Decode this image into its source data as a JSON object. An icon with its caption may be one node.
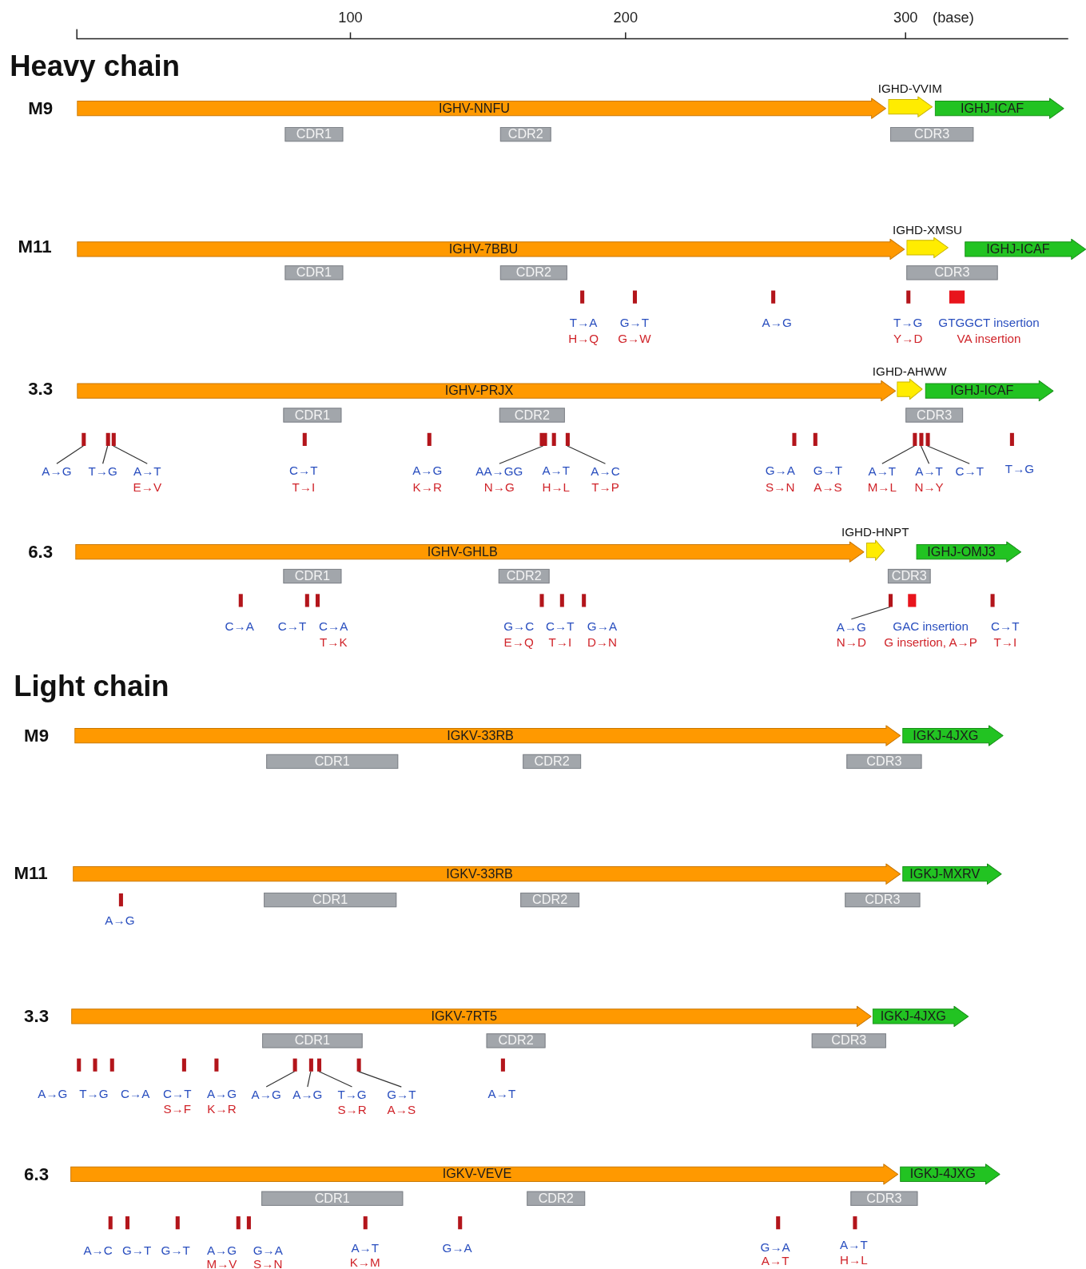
{
  "diagram": {
    "nodes": [
      {
        "text": [
          "IGHV-NNFU"
        ]
      },
      {
        "text": [
          "IGHD-VVIM"
        ]
      },
      {
        "text": [
          "IGHJ-ICAF"
        ]
      },
      {
        "text": [
          "CDR1"
        ]
      },
      {
        "text": [
          "CDR2"
        ]
      },
      {
        "text": [
          "CDR3"
        ]
      },
      {
        "text": [
          "IGHV-7BBU"
        ]
      },
      {
        "text": [
          "IGHD-XMSU"
        ]
      },
      {
        "text": [
          "IGHJ-ICAF"
        ]
      },
      {
        "text": [
          "CDR1"
        ]
      },
      {
        "text": [
          "CDR2"
        ]
      },
      {
        "text": [
          "CDR3"
        ]
      },
      {
        "text": [
          "IGHV-PRJX"
        ]
      },
      {
        "text": [
          "IGHD-AHWW"
        ]
      },
      {
        "text": [
          "IGHJ-ICAF"
        ]
      },
      {
        "text": [
          "CDR1"
        ]
      },
      {
        "text": [
          "CDR2"
        ]
      },
      {
        "text": [
          "CDR3"
        ]
      },
      {
        "text": [],
        "shape": "bar"
      },
      {
        "text": [],
        "shape": "bar"
      },
      {
        "text": [],
        "shape": "bar"
      },
      {
        "text": [],
        "shape": "bar"
      },
      {
        "text": [],
        "shape": "bar"
      },
      {
        "text": [],
        "shape": "bar"
      },
      {
        "text": [],
        "shape": "bar"
      },
      {
        "text": [],
        "shape": "bar"
      },
      {
        "text": [
          "A→G"
        ]
      },
      {
        "text": [
          "T→G"
        ]
      },
      {
        "text": [
          "A→T",
          "E→V"
        ]
      },
      {
        "text": [
          "AA→GG",
          "N→G"
        ]
      },
      {
        "text": [
          "A→C",
          "T→P"
        ]
      },
      {
        "text": [
          "A→T",
          "M→L"
        ]
      },
      {
        "text": [
          "A→T",
          "N→Y"
        ]
      },
      {
        "text": [
          "C→T"
        ]
      },
      {
        "text": [
          "IGHV-GHLB"
        ]
      },
      {
        "text": [
          "IGHD-HNPT"
        ]
      },
      {
        "text": [
          "IGHJ-OMJ3"
        ]
      },
      {
        "text": [
          "CDR1"
        ]
      },
      {
        "text": [
          "CDR2"
        ]
      },
      {
        "text": [
          "CDR3"
        ]
      },
      {
        "text": [],
        "shape": "bar"
      },
      {
        "text": [
          "A→G",
          "N→D"
        ]
      },
      {
        "text": [
          "IGKV-33RB"
        ]
      },
      {
        "text": [
          "IGKJ-4JXG"
        ]
      },
      {
        "text": [
          "CDR1"
        ]
      },
      {
        "text": [
          "CDR2"
        ]
      },
      {
        "text": [
          "CDR3"
        ]
      },
      {
        "text": [
          "IGKV-33RB"
        ]
      },
      {
        "text": [
          "IGKJ-MXRV"
        ]
      },
      {
        "text": [
          "CDR1"
        ]
      },
      {
        "text": [
          "CDR2"
        ]
      },
      {
        "text": [
          "CDR3"
        ]
      },
      {
        "text": [
          "IGKV-7RT5"
        ]
      },
      {
        "text": [
          "IGKJ-4JXG"
        ]
      },
      {
        "text": [
          "CDR1"
        ]
      },
      {
        "text": [
          "CDR2"
        ]
      },
      {
        "text": [
          "CDR3"
        ]
      },
      {
        "text": [],
        "shape": "bar"
      },
      {
        "text": [],
        "shape": "bar"
      },
      {
        "text": [],
        "shape": "bar"
      },
      {
        "text": [],
        "shape": "bar"
      },
      {
        "text": [
          "A→G"
        ]
      },
      {
        "text": [
          "A→G"
        ]
      },
      {
        "text": [
          "T→G",
          "S→R"
        ]
      },
      {
        "text": [
          "G→T",
          "A→S"
        ]
      },
      {
        "text": [
          "IGKV-VEVE"
        ]
      },
      {
        "text": [
          "IGKJ-4JXG"
        ]
      },
      {
        "text": [
          "CDR1"
        ]
      },
      {
        "text": [
          "CDR2"
        ]
      },
      {
        "text": [
          "CDR3"
        ]
      }
    ],
    "edges": [
      {
        "from": 26,
        "to": 18,
        "arrow": "none"
      },
      {
        "from": 27,
        "to": 19,
        "arrow": "none"
      },
      {
        "from": 28,
        "to": 20,
        "arrow": "none"
      },
      {
        "from": 29,
        "to": 21,
        "arrow": "none"
      },
      {
        "from": 30,
        "to": 22,
        "arrow": "none"
      },
      {
        "from": 31,
        "to": 23,
        "arrow": "none"
      },
      {
        "from": 32,
        "to": 24,
        "arrow": "none"
      },
      {
        "from": 33,
        "to": 25,
        "arrow": "none"
      },
      {
        "from": 41,
        "to": 40,
        "arrow": "none"
      },
      {
        "from": 61,
        "to": 57,
        "arrow": "none"
      },
      {
        "from": 62,
        "to": 58,
        "arrow": "none"
      },
      {
        "from": 63,
        "to": 59,
        "arrow": "none"
      },
      {
        "from": 64,
        "to": 60,
        "arrow": "none"
      }
    ],
    "labels": [
      "100",
      "200",
      "300",
      "(base)",
      "Heavy chain",
      "M9",
      "M11",
      "T→A",
      "H→Q",
      "G→T",
      "G→W",
      "A→G",
      "T→G",
      "Y→D",
      "GTGGCT insertion",
      "VA insertion",
      "3.3",
      "C→T",
      "T→I",
      "A→G",
      "K→R",
      "A→T",
      "H→L",
      "G→A",
      "S→N",
      "G→T",
      "A→S",
      "T→G",
      "6.3",
      "C→A",
      "C→T",
      "C→A",
      "T→K",
      "G→C",
      "E→Q",
      "C→T",
      "T→I",
      "G→A",
      "D→N",
      "GAC insertion",
      "G insertion, A→P",
      "C→T",
      "T→I",
      "Light chain",
      "M9",
      "M11",
      "A→G",
      "3.3",
      "A→G",
      "T→G",
      "C→A",
      "C→T",
      "S→F",
      "A→G",
      "K→R",
      "A→T",
      "6.3",
      "A→C",
      "G→T",
      "G→T",
      "A→G",
      "M→V",
      "G→A",
      "S→N",
      "A→T",
      "K→M",
      "G→A",
      "G→A",
      "A→T",
      "A→T",
      "H→L"
    ]
  }
}
